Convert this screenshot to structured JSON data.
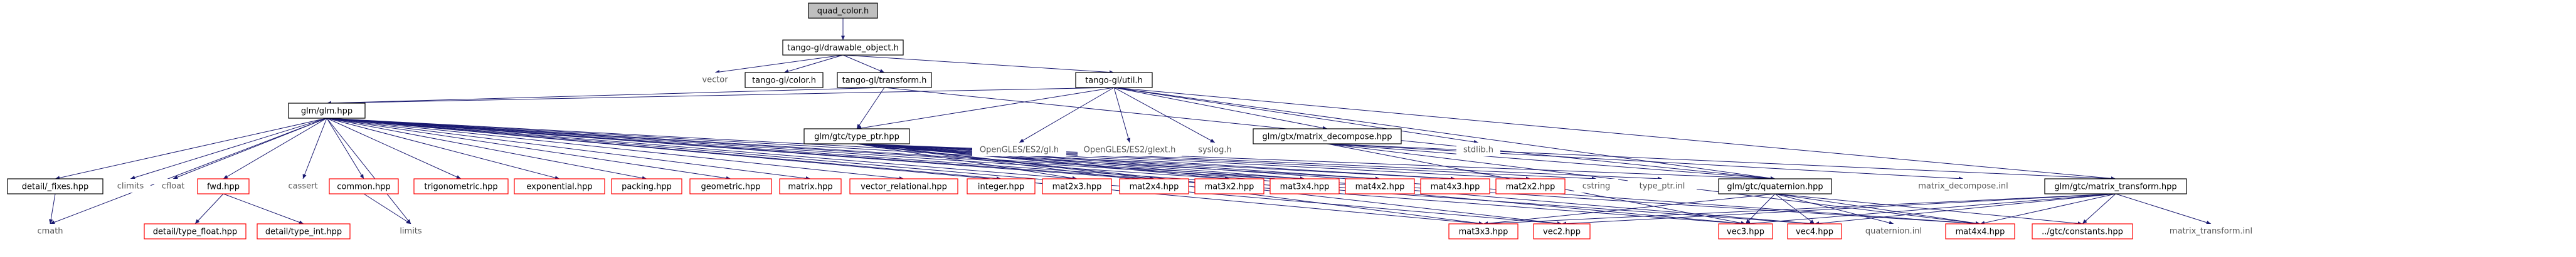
{
  "colors": {
    "edge": "#191970",
    "root_fill": "#bfbfbf",
    "border_black": "#000000",
    "border_red": "#ff0000",
    "text": "#000000",
    "external_text": "#555555"
  },
  "nodes": {
    "quad_color_h": "quad_color.h",
    "drawable_object_h": "tango-gl/drawable_object.h",
    "vector": "vector",
    "color_h": "tango-gl/color.h",
    "transform_h": "tango-gl/transform.h",
    "util_h": "tango-gl/util.h",
    "glm_hpp": "glm/glm.hpp",
    "type_ptr_hpp": "glm/gtc/type_ptr.hpp",
    "opengles_gl_h": "OpenGLES/ES2/gl.h",
    "opengles_glext_h": "OpenGLES/ES2/glext.h",
    "syslog_h": "syslog.h",
    "matrix_decompose_hpp": "glm/gtx/matrix_decompose.hpp",
    "stdlib_h": "stdlib.h",
    "fixes_hpp": "detail/_fixes.hpp",
    "climits": "climits",
    "cfloat": "cfloat",
    "fwd_hpp": "fwd.hpp",
    "cassert": "cassert",
    "common_hpp": "common.hpp",
    "trigonometric_hpp": "trigonometric.hpp",
    "exponential_hpp": "exponential.hpp",
    "packing_hpp": "packing.hpp",
    "geometric_hpp": "geometric.hpp",
    "matrix_hpp": "matrix.hpp",
    "vector_relational_hpp": "vector_relational.hpp",
    "integer_hpp": "integer.hpp",
    "mat2x3_hpp": "mat2x3.hpp",
    "mat2x4_hpp": "mat2x4.hpp",
    "mat3x2_hpp": "mat3x2.hpp",
    "mat3x4_hpp": "mat3x4.hpp",
    "mat4x2_hpp": "mat4x2.hpp",
    "mat4x3_hpp": "mat4x3.hpp",
    "mat2x2_hpp": "mat2x2.hpp",
    "cstring": "cstring",
    "type_ptr_inl": "type_ptr.inl",
    "quaternion_hpp": "glm/gtc/quaternion.hpp",
    "matrix_decompose_inl": "matrix_decompose.inl",
    "matrix_transform_hpp": "glm/gtc/matrix_transform.hpp",
    "cmath": "cmath",
    "type_float_hpp": "detail/type_float.hpp",
    "type_int_hpp": "detail/type_int.hpp",
    "limits": "limits",
    "mat3x3_hpp": "mat3x3.hpp",
    "vec2_hpp": "vec2.hpp",
    "vec3_hpp": "vec3.hpp",
    "vec4_hpp": "vec4.hpp",
    "quaternion_inl": "quaternion.inl",
    "mat4x4_hpp": "mat4x4.hpp",
    "constants_hpp": "../gtc/constants.hpp",
    "matrix_transform_inl": "matrix_transform.inl"
  },
  "edges": [
    [
      "quad_color_h",
      "drawable_object_h"
    ],
    [
      "drawable_object_h",
      "vector"
    ],
    [
      "drawable_object_h",
      "color_h"
    ],
    [
      "drawable_object_h",
      "transform_h"
    ],
    [
      "drawable_object_h",
      "util_h"
    ],
    [
      "transform_h",
      "glm_hpp"
    ],
    [
      "transform_h",
      "type_ptr_hpp"
    ],
    [
      "transform_h",
      "quaternion_hpp"
    ],
    [
      "util_h",
      "glm_hpp"
    ],
    [
      "util_h",
      "type_ptr_hpp"
    ],
    [
      "util_h",
      "opengles_gl_h"
    ],
    [
      "util_h",
      "opengles_glext_h"
    ],
    [
      "util_h",
      "syslog_h"
    ],
    [
      "util_h",
      "matrix_decompose_hpp"
    ],
    [
      "util_h",
      "stdlib_h"
    ],
    [
      "util_h",
      "matrix_transform_hpp"
    ],
    [
      "util_h",
      "quaternion_hpp"
    ],
    [
      "glm_hpp",
      "fixes_hpp"
    ],
    [
      "glm_hpp",
      "climits"
    ],
    [
      "glm_hpp",
      "cfloat"
    ],
    [
      "glm_hpp",
      "fwd_hpp"
    ],
    [
      "glm_hpp",
      "cassert"
    ],
    [
      "glm_hpp",
      "common_hpp"
    ],
    [
      "glm_hpp",
      "trigonometric_hpp"
    ],
    [
      "glm_hpp",
      "exponential_hpp"
    ],
    [
      "glm_hpp",
      "packing_hpp"
    ],
    [
      "glm_hpp",
      "geometric_hpp"
    ],
    [
      "glm_hpp",
      "matrix_hpp"
    ],
    [
      "glm_hpp",
      "vector_relational_hpp"
    ],
    [
      "glm_hpp",
      "integer_hpp"
    ],
    [
      "glm_hpp",
      "mat2x3_hpp"
    ],
    [
      "glm_hpp",
      "mat2x4_hpp"
    ],
    [
      "glm_hpp",
      "mat3x2_hpp"
    ],
    [
      "glm_hpp",
      "mat3x4_hpp"
    ],
    [
      "glm_hpp",
      "mat4x2_hpp"
    ],
    [
      "glm_hpp",
      "mat4x3_hpp"
    ],
    [
      "glm_hpp",
      "cmath"
    ],
    [
      "glm_hpp",
      "limits"
    ],
    [
      "glm_hpp",
      "mat3x3_hpp"
    ],
    [
      "glm_hpp",
      "vec2_hpp"
    ],
    [
      "glm_hpp",
      "vec3_hpp"
    ],
    [
      "glm_hpp",
      "vec4_hpp"
    ],
    [
      "glm_hpp",
      "mat4x4_hpp"
    ],
    [
      "fixes_hpp",
      "cmath"
    ],
    [
      "fwd_hpp",
      "type_float_hpp"
    ],
    [
      "fwd_hpp",
      "type_int_hpp"
    ],
    [
      "common_hpp",
      "limits"
    ],
    [
      "type_ptr_hpp",
      "mat2x3_hpp"
    ],
    [
      "type_ptr_hpp",
      "mat2x4_hpp"
    ],
    [
      "type_ptr_hpp",
      "mat3x2_hpp"
    ],
    [
      "type_ptr_hpp",
      "mat3x4_hpp"
    ],
    [
      "type_ptr_hpp",
      "mat4x2_hpp"
    ],
    [
      "type_ptr_hpp",
      "mat4x3_hpp"
    ],
    [
      "type_ptr_hpp",
      "mat2x2_hpp"
    ],
    [
      "type_ptr_hpp",
      "cstring"
    ],
    [
      "type_ptr_hpp",
      "type_ptr_inl"
    ],
    [
      "type_ptr_hpp",
      "quaternion_hpp"
    ],
    [
      "type_ptr_hpp",
      "mat3x3_hpp"
    ],
    [
      "type_ptr_hpp",
      "vec2_hpp"
    ],
    [
      "type_ptr_hpp",
      "vec3_hpp"
    ],
    [
      "type_ptr_hpp",
      "vec4_hpp"
    ],
    [
      "type_ptr_hpp",
      "mat4x4_hpp"
    ],
    [
      "quaternion_hpp",
      "mat3x3_hpp"
    ],
    [
      "quaternion_hpp",
      "vec3_hpp"
    ],
    [
      "quaternion_hpp",
      "vec4_hpp"
    ],
    [
      "quaternion_hpp",
      "quaternion_inl"
    ],
    [
      "quaternion_hpp",
      "mat4x4_hpp"
    ],
    [
      "quaternion_hpp",
      "constants_hpp"
    ],
    [
      "matrix_decompose_hpp",
      "matrix_decompose_inl"
    ],
    [
      "matrix_decompose_hpp",
      "quaternion_hpp"
    ],
    [
      "matrix_decompose_hpp",
      "matrix_transform_hpp"
    ],
    [
      "matrix_decompose_hpp",
      "vec3_hpp"
    ],
    [
      "matrix_decompose_hpp",
      "mat4x4_hpp"
    ],
    [
      "matrix_transform_hpp",
      "mat3x3_hpp"
    ],
    [
      "matrix_transform_hpp",
      "vec2_hpp"
    ],
    [
      "matrix_transform_hpp",
      "vec3_hpp"
    ],
    [
      "matrix_transform_hpp",
      "vec4_hpp"
    ],
    [
      "matrix_transform_hpp",
      "mat4x4_hpp"
    ],
    [
      "matrix_transform_hpp",
      "constants_hpp"
    ],
    [
      "matrix_transform_hpp",
      "matrix_transform_inl"
    ]
  ]
}
